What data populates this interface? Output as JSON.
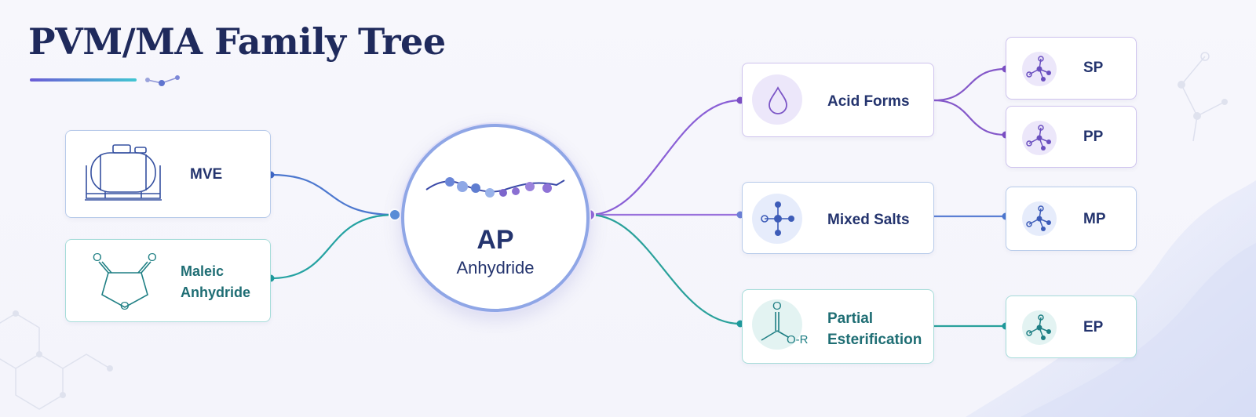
{
  "title": "PVM/MA Family Tree",
  "colors": {
    "navy": "#1f2a5c",
    "blue": "#4a6fd0",
    "teal": "#1f9a9c",
    "purple": "#8a60d6"
  },
  "inputs": [
    {
      "label": "MVE",
      "icon": "tank-icon"
    },
    {
      "label": "Maleic Anhydride",
      "icon": "ring-molecule-icon",
      "icon_text": "O"
    }
  ],
  "center": {
    "code": "AP",
    "subtitle": "Anhydride",
    "icon": "polymer-chain-icon"
  },
  "categories": [
    {
      "label": "Acid Forms",
      "icon": "drop-icon"
    },
    {
      "label": "Mixed Salts",
      "icon": "molecule-icon"
    },
    {
      "label": "Partial Esterification",
      "icon": "ester-icon",
      "icon_text": "O-R",
      "icon_text2": "O"
    }
  ],
  "products": [
    {
      "label": "SP",
      "icon": "molecule-icon"
    },
    {
      "label": "PP",
      "icon": "molecule-icon"
    },
    {
      "label": "MP",
      "icon": "molecule-icon"
    },
    {
      "label": "EP",
      "icon": "molecule-icon"
    }
  ]
}
